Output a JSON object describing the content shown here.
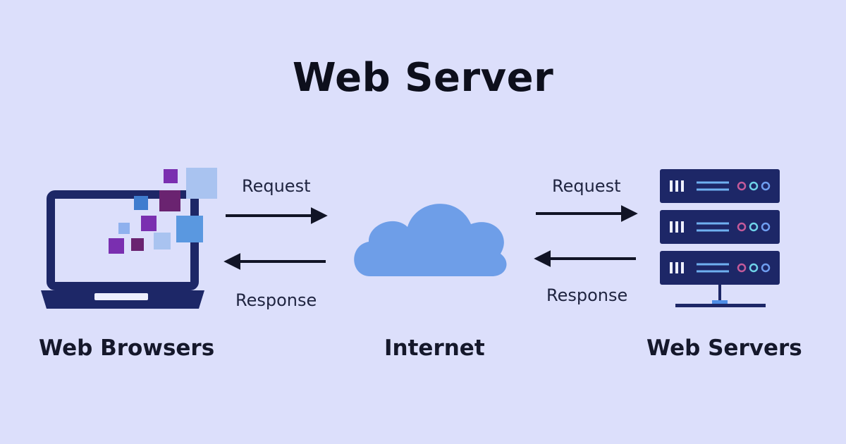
{
  "title": "Web Server",
  "left_arrows": {
    "request": "Request",
    "response": "Response"
  },
  "right_arrows": {
    "request": "Request",
    "response": "Response"
  },
  "captions": {
    "browsers": "Web Browsers",
    "internet": "Internet",
    "servers": "Web Servers"
  },
  "icons": {
    "laptop": "laptop-icon",
    "cloud": "cloud-icon",
    "servers": "server-rack-icon"
  },
  "colors": {
    "background": "#dcdffb",
    "navy": "#1d2767",
    "cloud": "#6e9ee8",
    "purple": "#7a2fb0",
    "blue_tile": "#5a98e0",
    "light_tile": "#a9c3f0",
    "led_pink": "#c45a9a",
    "led_cyan": "#6fd3e8",
    "led_blue": "#6f9ef0"
  }
}
